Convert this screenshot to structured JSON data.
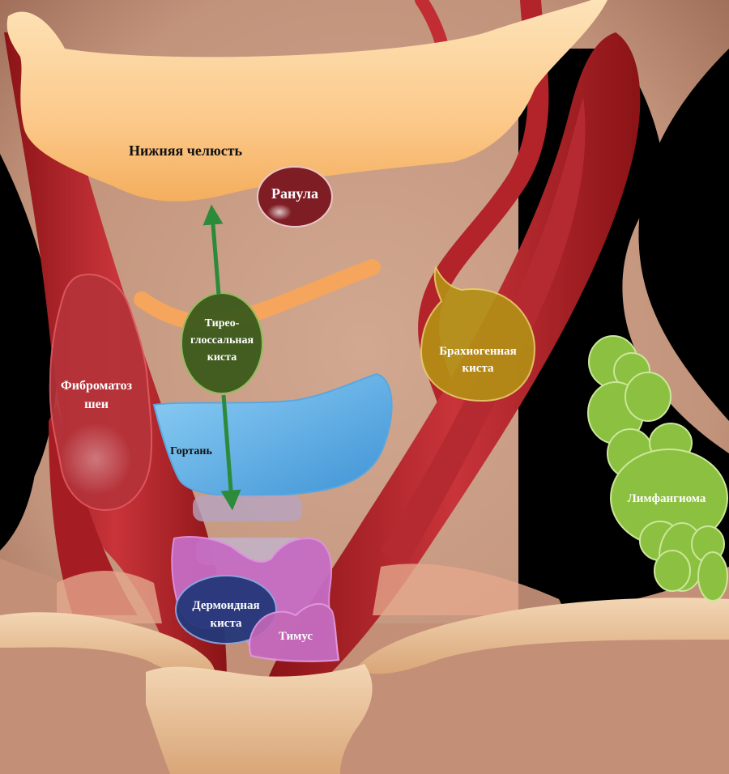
{
  "diagram": {
    "labels": {
      "jaw": "Нижняя челюсть",
      "ranula": "Ранула",
      "thyroglossal_1": "Тирео-",
      "thyroglossal_2": "глоссальная",
      "thyroglossal_3": "киста",
      "branchial_1": "Брахиогенная",
      "branchial_2": "киста",
      "fibromatosis_1": "Фиброматоз",
      "fibromatosis_2": "шеи",
      "larynx": "Гортань",
      "lymphangioma": "Лимфангиома",
      "dermoid_1": "Дермоидная",
      "dermoid_2": "киста",
      "thymus": "Тимус"
    },
    "colors": {
      "skin": "#c79a82",
      "jaw": "#fcc98a",
      "muscle": "#b3262a",
      "ranula": "#7e1d24",
      "thyroglossal_cyst": "#3d5b1e",
      "branchial_cyst": "#b59216",
      "fibromatosis": "#b6353b",
      "larynx": "#66b6ea",
      "lymphangioma": "#8cc040",
      "thymus": "#c76cc4",
      "dermoid_cyst": "#243a75",
      "arrow": "#2c8b3a",
      "bone": "#e8c29a"
    }
  }
}
